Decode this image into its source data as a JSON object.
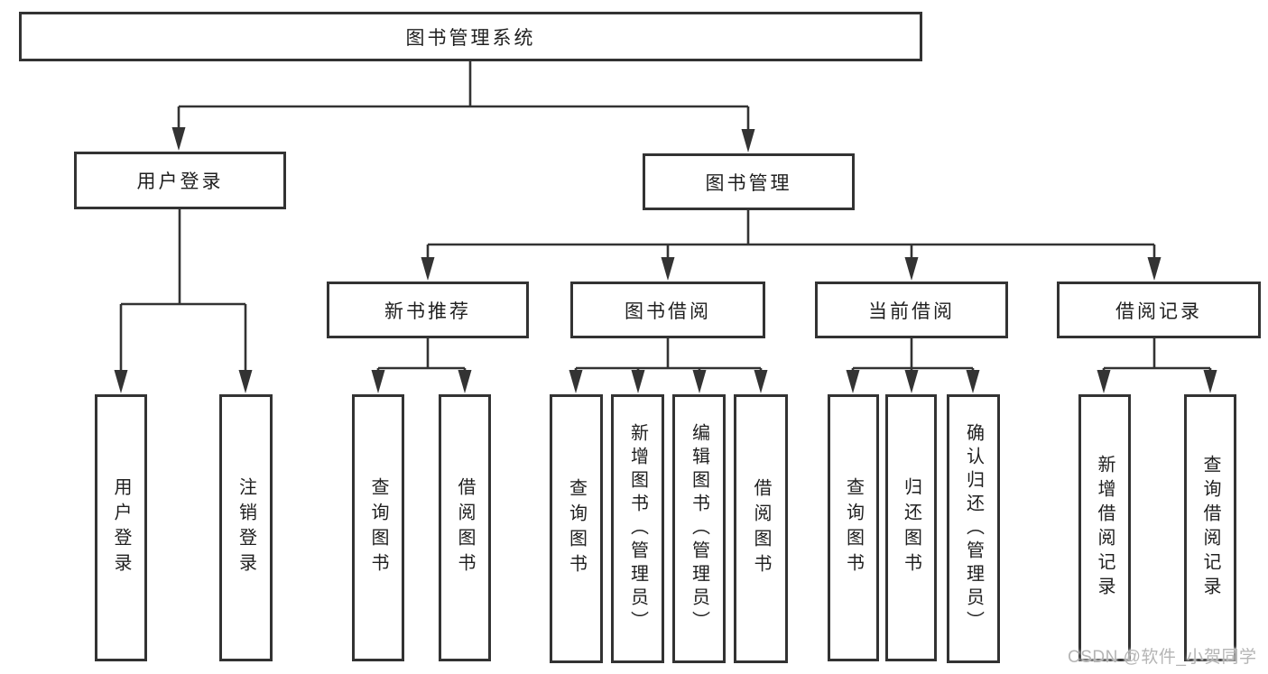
{
  "title": "图书管理系统",
  "user_login": {
    "label": "用户登录",
    "children": {
      "login": "用户登录",
      "logout": "注销登录"
    }
  },
  "book_management": {
    "label": "图书管理",
    "sections": {
      "new_books": {
        "label": "新书推荐",
        "children": {
          "query": "查询图书",
          "borrow": "借阅图书"
        }
      },
      "borrowing": {
        "label": "图书借阅",
        "children": {
          "query": "查询图书",
          "add": "新增图书（管理员）",
          "edit": "编辑图书（管理员）",
          "borrow": "借阅图书"
        }
      },
      "current": {
        "label": "当前借阅",
        "children": {
          "query": "查询图书",
          "return": "归还图书",
          "confirm": "确认归还（管理员）"
        }
      },
      "records": {
        "label": "借阅记录",
        "children": {
          "add": "新增借阅记录",
          "query": "查询借阅记录"
        }
      }
    }
  },
  "watermark": "CSDN @软件_小贺同学",
  "colors": {
    "line": "#333333",
    "text": "#1f1f1f",
    "background": "#ffffff",
    "watermark": "#b5b5b5"
  }
}
